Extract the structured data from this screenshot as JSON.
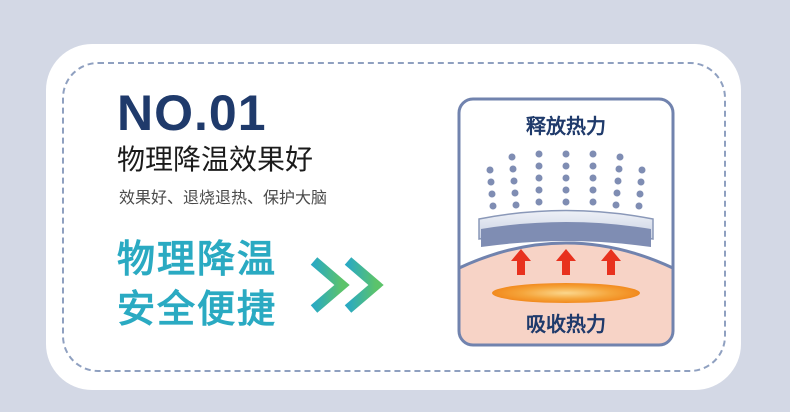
{
  "badge": "NO.01",
  "title": "物理降温效果好",
  "subtitle": "效果好、退烧退热、保护大脑",
  "slogan": [
    "物理降温",
    "安全便捷"
  ],
  "diagram": {
    "top_label": "释放热力",
    "bottom_label": "吸收热力"
  },
  "colors": {
    "background": "#d3d8e5",
    "navy": "#1f3a6b",
    "accent": "#2aaac2",
    "arrow_red": "#e8311e",
    "skin": "#f7d3c6",
    "frame": "#7183ae"
  },
  "icons": [
    "double-chevron-icon",
    "heat-arrow-icon",
    "heat-dot-icon"
  ]
}
